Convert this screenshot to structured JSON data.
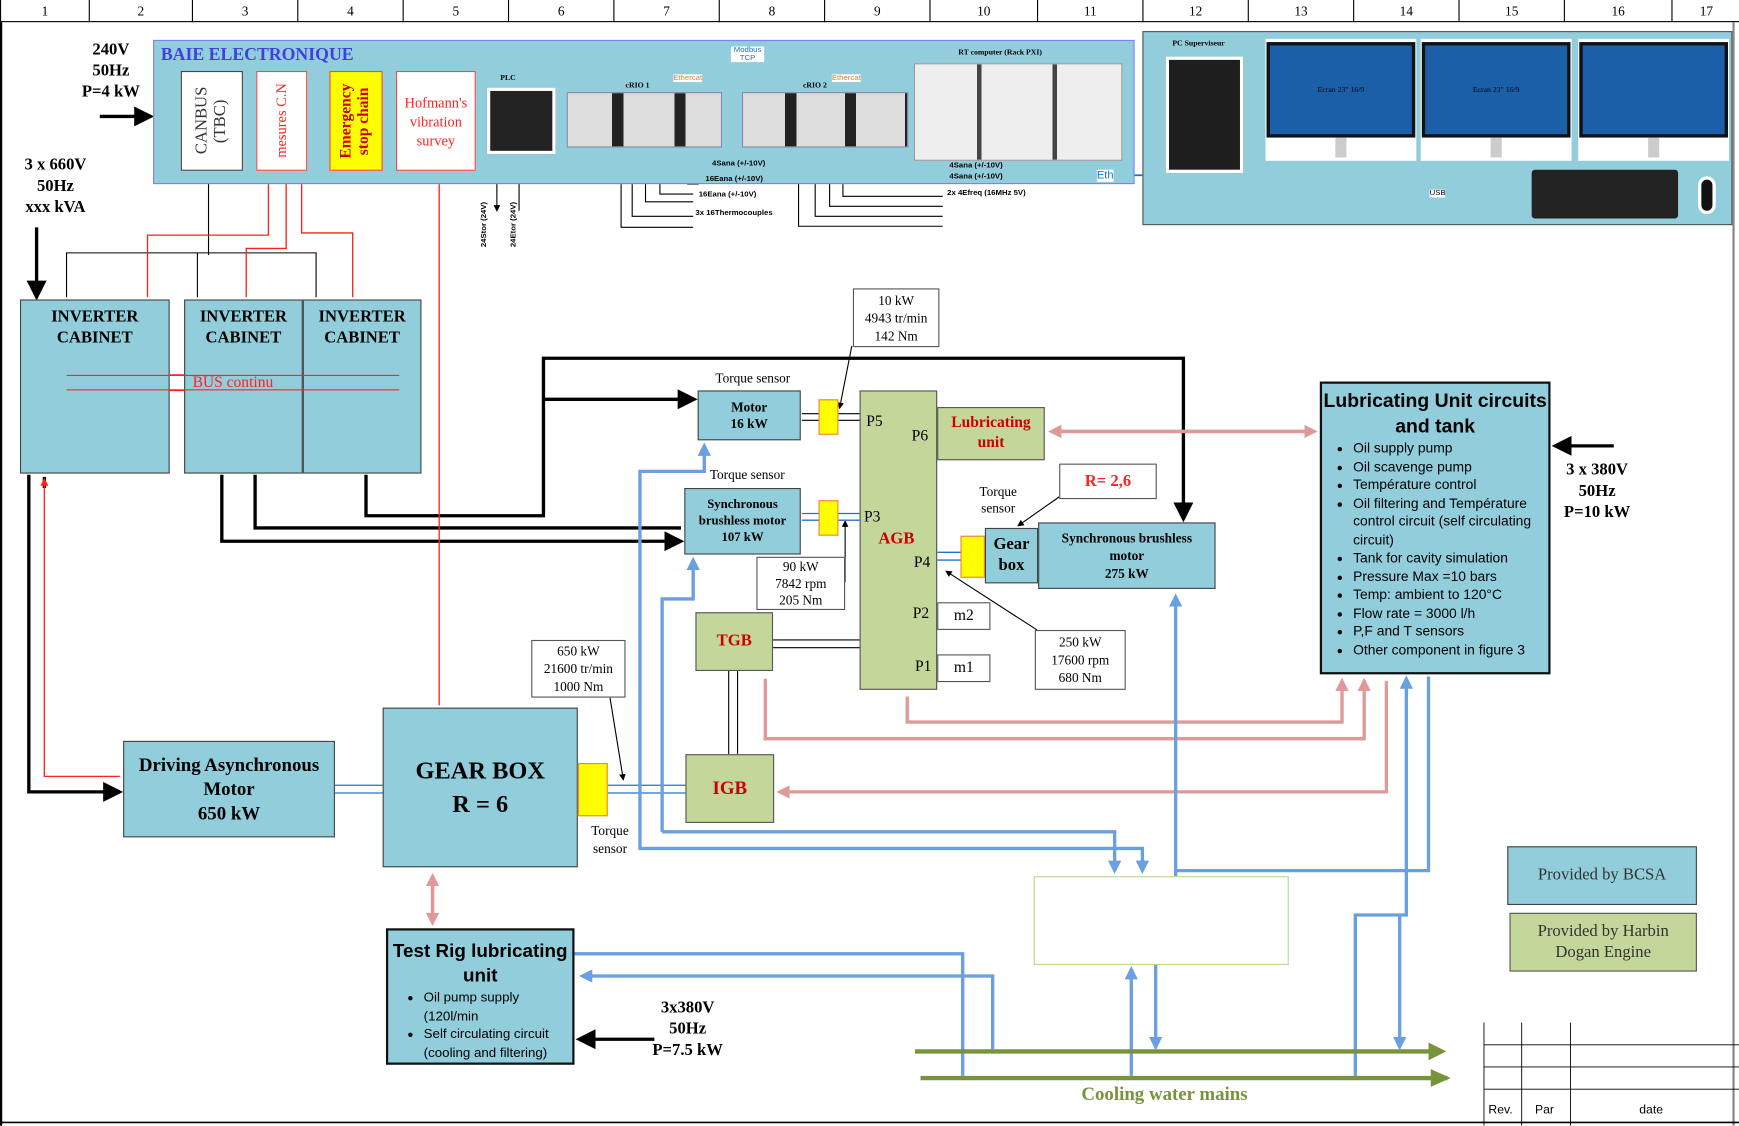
{
  "ruler": [
    "1",
    "2",
    "3",
    "4",
    "5",
    "6",
    "7",
    "8",
    "9",
    "10",
    "11",
    "12",
    "13",
    "14",
    "15",
    "16",
    "17"
  ],
  "power": {
    "baie": [
      "240V",
      "50Hz",
      "P=4 kW"
    ],
    "inverters": [
      "3 x 660V",
      "50Hz",
      "xxx kVA"
    ],
    "lub": [
      "3 x 380V",
      "50Hz",
      "P=10 kW"
    ],
    "rig": [
      "3x380V",
      "50Hz",
      "P=7.5 kW"
    ]
  },
  "baie": {
    "title": "BAIE ELECTRONIQUE",
    "canbus": "CANBUS (TBC)",
    "mesures": "mesures C.N",
    "estop": "Emergency stop chain",
    "hofmann": "Hofmann's vibration survey",
    "plc": "PLC",
    "modbus": "Modbus TCP",
    "crio1": "cRIO 1",
    "crio2": "cRIO 2",
    "ethercat1": "Ethercat",
    "ethercat2": "Ethercat",
    "rt": "RT computer (Rack PXI)",
    "eth": "Eth",
    "stor": "24Stor (24V)",
    "etor": "24Etor (24V)",
    "io1": [
      "4Sana (+/-10V)",
      "16Eana (+/-10V)",
      "16Eana (+/-10V)",
      "3x 16Thermocouples"
    ],
    "io2": [
      "4Sana (+/-10V)",
      "4Sana (+/-10V)",
      "2x 4Efreq (16MHz 5V)"
    ]
  },
  "pc": {
    "title": "PC Superviseur",
    "screen1": "Ecran 23\" 16/9",
    "screen2": "Ecran 23\" 16/9",
    "usb": "USB"
  },
  "cabinets": {
    "label": "INVERTER CABINET",
    "bus": "BUS continu"
  },
  "motor16": {
    "name": "Motor",
    "power": "16 kW"
  },
  "torque": "Torque sensor",
  "torque_split": [
    "Torque",
    "sensor"
  ],
  "sync107": {
    "name": "Synchronous brushless motor",
    "power": "107 kW"
  },
  "agb": {
    "name": "AGB",
    "ports": [
      "P5",
      "P6",
      "P3",
      "P4",
      "P2",
      "P1"
    ]
  },
  "lubunit_small": "Lubricating unit",
  "tgb": "TGB",
  "igb": "IGB",
  "m2": "m2",
  "m1": "m1",
  "box10": [
    "10 kW",
    "4943 tr/min",
    "142 Nm"
  ],
  "box90": [
    "90 kW",
    "7842 rpm",
    "205 Nm"
  ],
  "box250": [
    "250 kW",
    "17600 rpm",
    "680 Nm"
  ],
  "box650": [
    "650 kW",
    "21600 tr/min",
    "1000 Nm"
  ],
  "ratio": "R= 2,6",
  "gearbox_small": "Gear box",
  "sync275": {
    "name": "Synchronous brushless motor",
    "power": "275 kW"
  },
  "lub": {
    "title": "Lubricating Unit circuits and tank",
    "items": [
      "Oil supply pump",
      "Oil scavenge pump",
      "Température control",
      "Oil filtering and Température control circuit (self circulating circuit)",
      "Tank for cavity simulation",
      "Pressure Max =10 bars",
      "Temp:  ambient to  120°C",
      "Flow rate = 3000 l/h",
      "P,F and T sensors",
      "Other component in figure 3"
    ]
  },
  "driving": {
    "name": "Driving Asynchronous Motor",
    "power": "650 kW"
  },
  "gearbox": {
    "name": "GEAR BOX",
    "ratio": "R = 6"
  },
  "rig": {
    "title": "Test Rig lubricating unit",
    "items": [
      "Oil pump supply (120l/min",
      "Self circulating circuit (cooling and filtering)"
    ]
  },
  "legend": {
    "bcsa": "Provided by BCSA",
    "harbin": "Provided by Harbin Dogan Engine"
  },
  "cooling": "Cooling water mains",
  "titleblock": [
    "Rev.",
    "Par",
    "date"
  ],
  "colors": {
    "blue_box": "#92cddc",
    "green_box": "#c4d79b",
    "oil": "#e09999",
    "water": "#6a9fe0",
    "cooling": "#77933c",
    "signal": "#ff2020"
  }
}
